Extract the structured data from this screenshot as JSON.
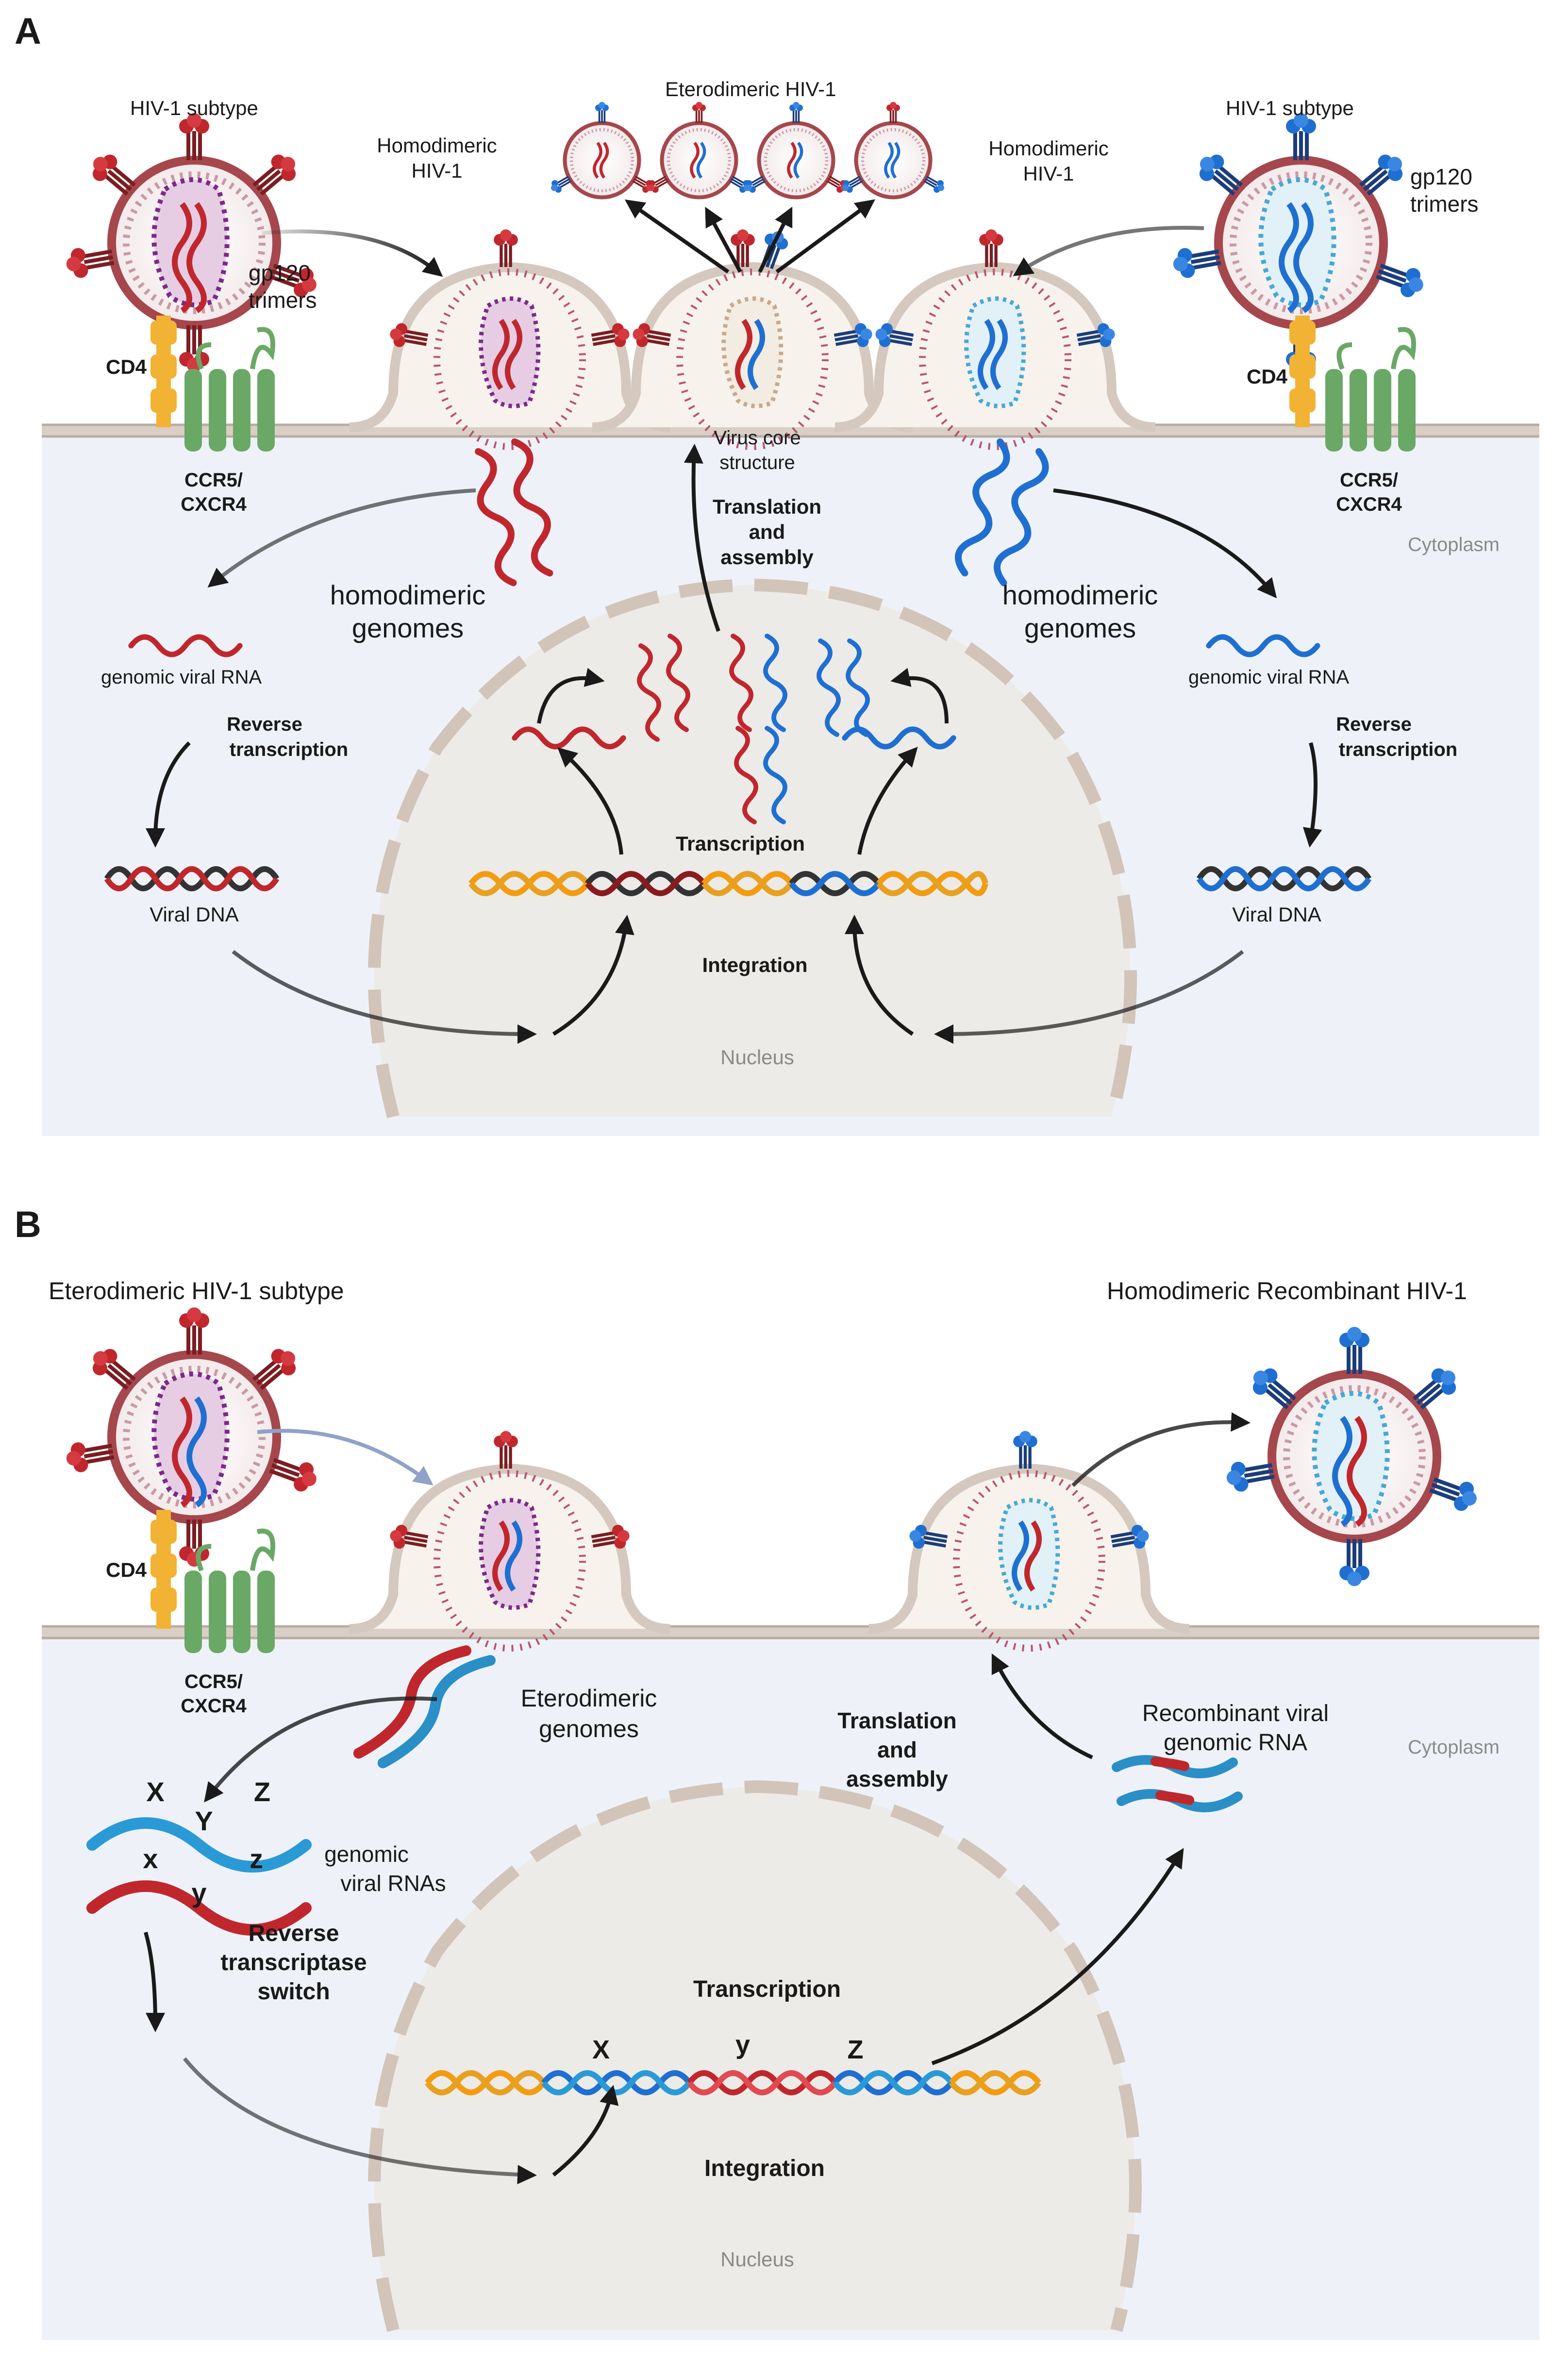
{
  "panelA": {
    "letter": "A",
    "subtype_left": "HIV-1 subtype",
    "subtype_right": "HIV-1 subtype",
    "gp120_left": [
      "gp120",
      "trimers"
    ],
    "gp120_right": [
      "gp120",
      "trimers"
    ],
    "homodimeric_hiv_left": [
      "Homodimeric",
      "HIV-1"
    ],
    "homodimeric_hiv_right": [
      "Homodimeric",
      "HIV-1"
    ],
    "eterodimeric_hiv": "Eterodimeric HIV-1",
    "cd4_left": "CD4",
    "cd4_right": "CD4",
    "ccr5_left": [
      "CCR5/",
      "CXCR4"
    ],
    "ccr5_right": [
      "CCR5/",
      "CXCR4"
    ],
    "virus_core": [
      "Virus core",
      "structure"
    ],
    "translation": [
      "Translation",
      "and",
      "assembly"
    ],
    "homodimeric_genomes_left": [
      "homodimeric",
      "genomes"
    ],
    "homodimeric_genomes_right": [
      "homodimeric",
      "genomes"
    ],
    "cytoplasm": "Cytoplasm",
    "genomic_rna_left": "genomic viral RNA",
    "genomic_rna_right": "genomic viral RNA",
    "rt_left": [
      "Reverse",
      "transcription"
    ],
    "rt_right": [
      "Reverse",
      "transcription"
    ],
    "transcription": "Transcription",
    "viral_dna_left": "Viral DNA",
    "viral_dna_right": "Viral DNA",
    "integration": "Integration",
    "nucleus": "Nucleus"
  },
  "panelB": {
    "letter": "B",
    "eterodimeric_subtype": "Eterodimeric HIV-1 subtype",
    "homodimeric_recombinant": "Homodimeric Recombinant HIV-1",
    "cd4": "CD4",
    "ccr5": [
      "CCR5/",
      "CXCR4"
    ],
    "eterodimeric_genomes": [
      "Eterodimeric",
      "genomes"
    ],
    "translation": [
      "Translation",
      "and",
      "assembly"
    ],
    "recombinant_rna": [
      "Recombinant viral",
      "genomic RNA"
    ],
    "cytoplasm": "Cytoplasm",
    "letters_top": [
      "X",
      "Y",
      "Z"
    ],
    "letters_bottom": [
      "x",
      "y",
      "z"
    ],
    "genomic_rnas": [
      "genomic",
      "viral RNAs"
    ],
    "rt_switch": [
      "Reverse",
      "transcriptase",
      "switch"
    ],
    "transcription": "Transcription",
    "dna_letters": [
      "X",
      "y",
      "Z"
    ],
    "integration": "Integration",
    "nucleus": "Nucleus"
  },
  "colors": {
    "red_genome": "#c0272d",
    "blue_genome": "#1f6fd1",
    "cytoplasm_bg": "#eef2f8",
    "nucleus_bg": "#ecebe7",
    "membrane": "#d9cfc7",
    "orange_dna": "#f39c12",
    "receptor_green": "#6aa865",
    "cd4_yellow": "#f2b233"
  }
}
